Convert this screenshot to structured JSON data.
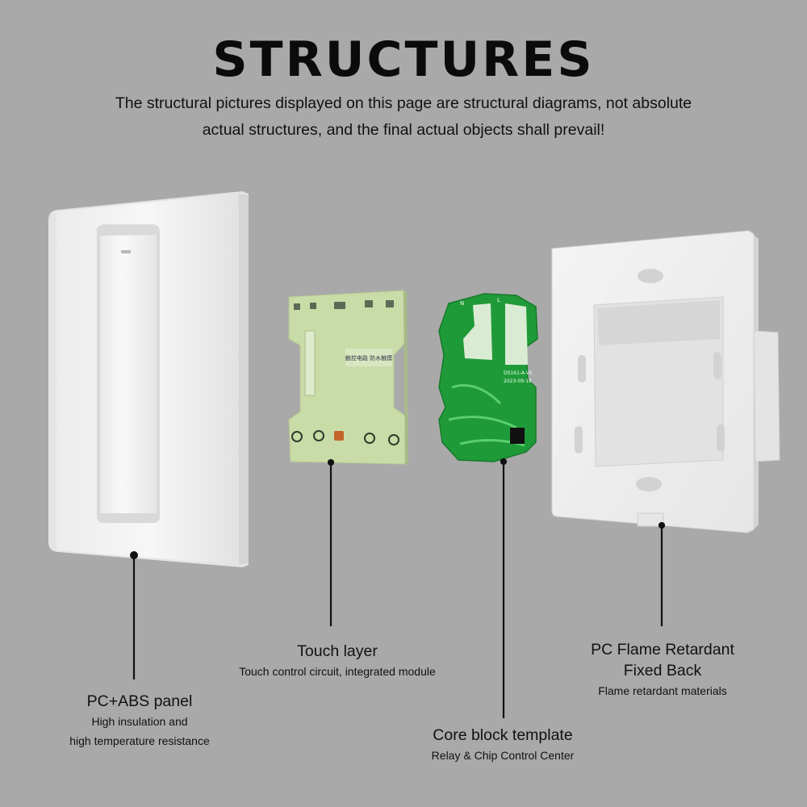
{
  "title": "STRUCTURES",
  "subtitle": {
    "line1": "The structural pictures displayed on this page are structural diagrams, not absolute",
    "line2": "actual structures, and the final actual objects shall prevail!"
  },
  "components": [
    {
      "heading": "PC+ABS panel",
      "desc_line1": "High insulation and",
      "desc_line2": "high temperature resistance"
    },
    {
      "heading": "Touch layer",
      "desc_line1": "Touch control circuit, integrated module"
    },
    {
      "heading": "Core block template",
      "desc_line1": "Relay & Chip Control Center"
    },
    {
      "heading_line1": "PC Flame Retardant",
      "heading_line2": "Fixed Back",
      "desc_line1": "Flame retardant materials"
    }
  ],
  "board_text": {
    "touch_pcb_label": "触控电路 防水触摸",
    "core_model": "DS161-A-V5",
    "core_date": "2023-09-18",
    "core_mark_n": "N",
    "core_mark_l": "L"
  },
  "colors": {
    "background": "#a9a9a9",
    "touch_pcb": "#c9dca8",
    "core_pcb": "#1f9a38"
  }
}
